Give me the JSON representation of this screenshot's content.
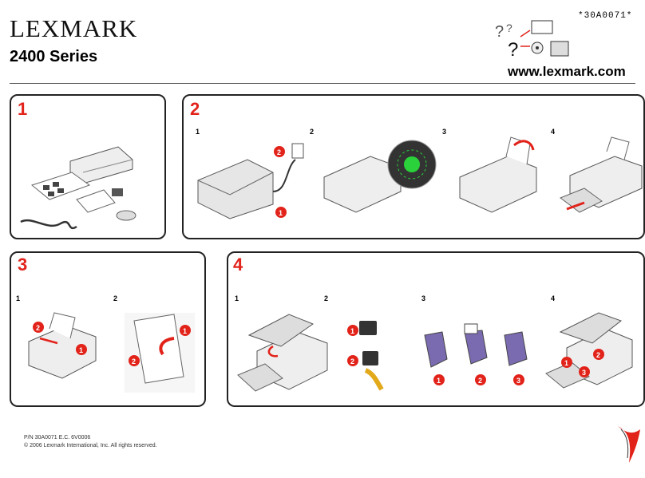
{
  "header": {
    "brand": "LEXMARK",
    "series": "2400 Series",
    "part_code": "*30A0071*",
    "url": "www.lexmark.com"
  },
  "panels": [
    {
      "number": "1",
      "steps": []
    },
    {
      "number": "2",
      "steps": [
        "1",
        "2",
        "3",
        "4"
      ]
    },
    {
      "number": "3",
      "steps": [
        "1",
        "2"
      ]
    },
    {
      "number": "4",
      "steps": [
        "1",
        "2",
        "3",
        "4"
      ]
    }
  ],
  "callouts": {
    "p2": [
      "2",
      "1"
    ],
    "p3": [
      "2",
      "1",
      "1",
      "2"
    ],
    "p4": [
      "1",
      "2",
      "1",
      "2",
      "3",
      "1",
      "3",
      "2"
    ]
  },
  "footer": {
    "line1": "P/N 30A0071     E.C. 6V0006",
    "line2": "© 2006 Lexmark International, Inc. All rights reserved."
  },
  "colors": {
    "accent": "#e2231a",
    "border": "#222222",
    "led": "#2bd13a"
  }
}
